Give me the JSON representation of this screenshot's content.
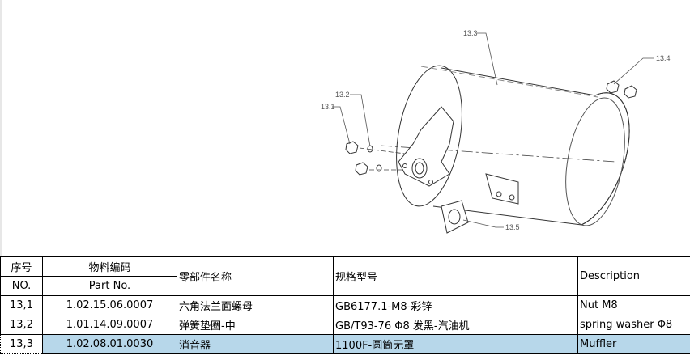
{
  "drawing": {
    "callouts": [
      "13.1",
      "13.2",
      "13.3",
      "13.4",
      "13.5"
    ]
  },
  "table": {
    "headers": {
      "seq_zh": "序号",
      "seq_en": "NO.",
      "code_zh": "物料编码",
      "code_en": "Part No.",
      "name_zh": "零部件名称",
      "spec_zh": "规格型号",
      "desc_en": "Description"
    },
    "rows": [
      {
        "no": "13,1",
        "part_no": "1.02.15.06.0007",
        "name": "六角法兰面螺母",
        "spec": "GB6177.1-M8-彩锌",
        "desc": "Nut M8"
      },
      {
        "no": "13,2",
        "part_no": "1.01.14.09.0007",
        "name": "弹簧垫圈-中",
        "spec": "GB/T93-76 Φ8 发黑-汽油机",
        "desc": "spring washer Φ8"
      },
      {
        "no": "13,3",
        "part_no": "1.02.08.01.0030",
        "name": "消音器",
        "spec": "1100F-圆筒无罩",
        "desc": "Muffler"
      }
    ],
    "selected_row": 2
  },
  "colors": {
    "selection": "#b7d7ea",
    "grid": "#000000"
  }
}
